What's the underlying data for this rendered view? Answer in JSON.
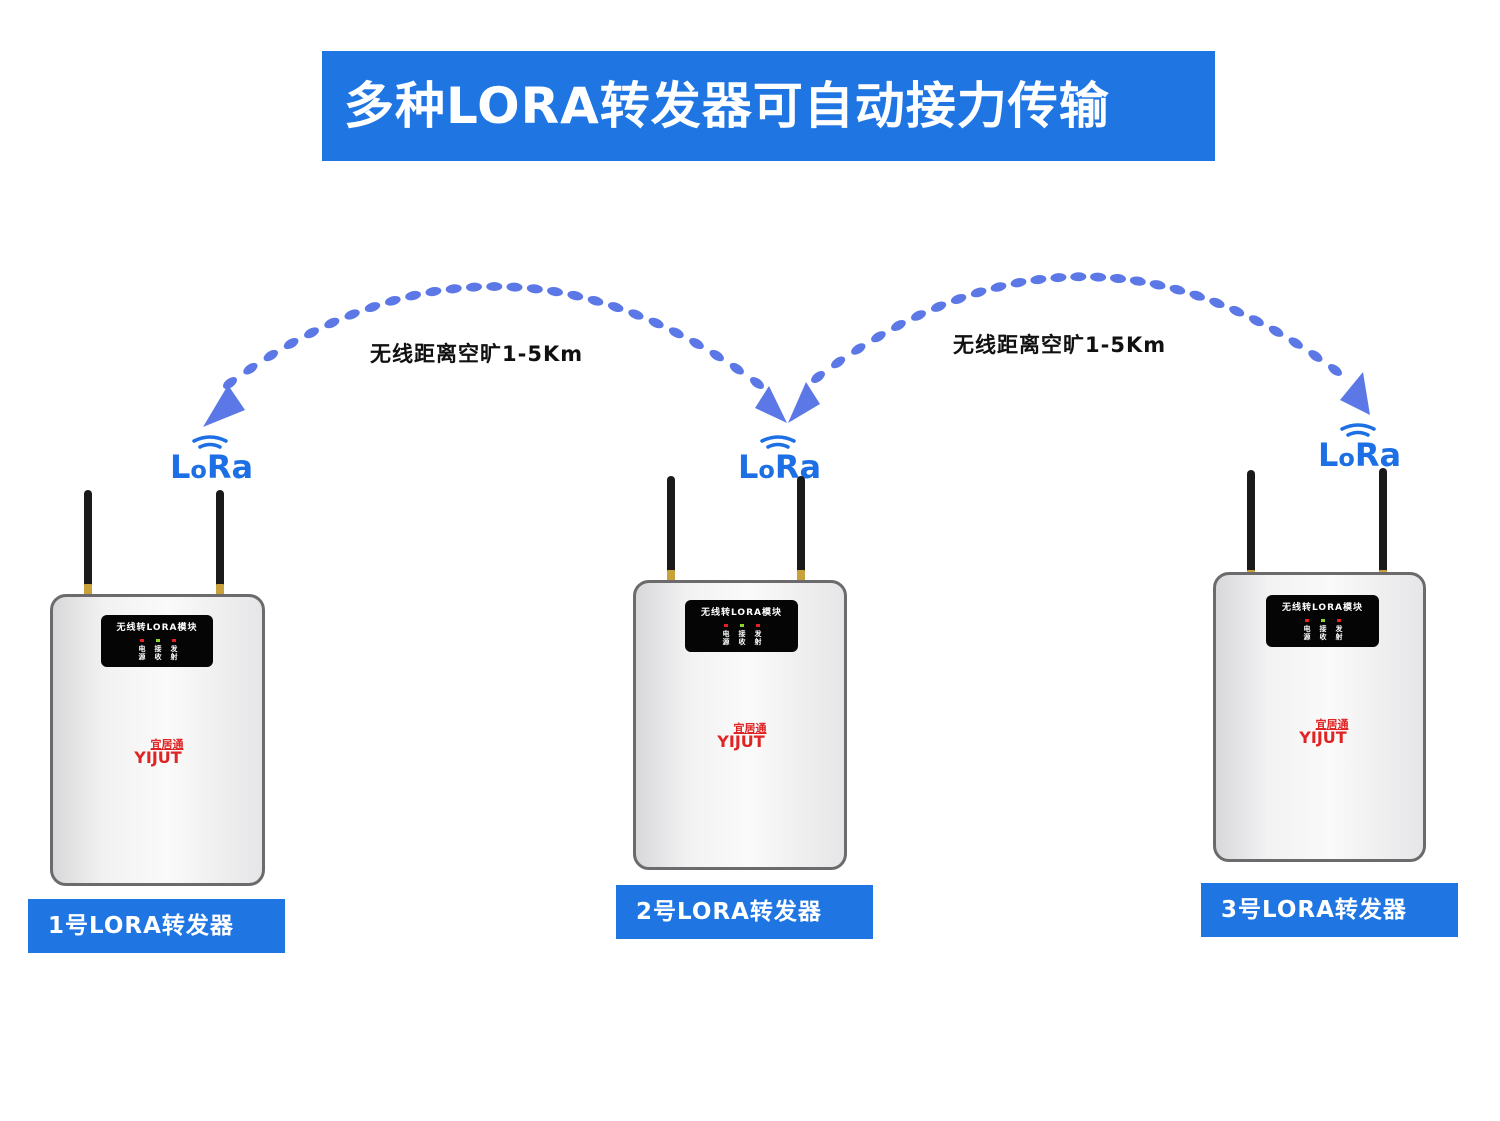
{
  "title": "多种LORA转发器可自动接力传输",
  "arcs": [
    {
      "label": "无线距离空旷1-5Km",
      "from": "2号LORA转发器",
      "to": "1号LORA转发器"
    },
    {
      "label": "无线距离空旷1-5Km",
      "from": "2号LORA转发器",
      "to": "3号LORA转发器"
    }
  ],
  "logo_text": {
    "l": "L",
    "o": "o",
    "ra": "Ra"
  },
  "devices": [
    {
      "caption": "1号LORA转发器",
      "panel_title": "无线转LORA模块",
      "leds": [
        {
          "label": "电源",
          "c1": "电",
          "c2": "源",
          "color": "#e52222"
        },
        {
          "label": "接收",
          "c1": "接",
          "c2": "收",
          "color": "#8fd62a"
        },
        {
          "label": "发射",
          "c1": "发",
          "c2": "射",
          "color": "#e52222"
        }
      ],
      "brand_cn": "宜居通",
      "brand_en": "YIJUT"
    },
    {
      "caption": "2号LORA转发器",
      "panel_title": "无线转LORA模块",
      "leds": [
        {
          "label": "电源",
          "c1": "电",
          "c2": "源",
          "color": "#e52222"
        },
        {
          "label": "接收",
          "c1": "接",
          "c2": "收",
          "color": "#8fd62a"
        },
        {
          "label": "发射",
          "c1": "发",
          "c2": "射",
          "color": "#e52222"
        }
      ],
      "brand_cn": "宜居通",
      "brand_en": "YIJUT"
    },
    {
      "caption": "3号LORA转发器",
      "panel_title": "无线转LORA模块",
      "leds": [
        {
          "label": "电源",
          "c1": "电",
          "c2": "源",
          "color": "#e52222"
        },
        {
          "label": "接收",
          "c1": "接",
          "c2": "收",
          "color": "#8fd62a"
        },
        {
          "label": "发射",
          "c1": "发",
          "c2": "射",
          "color": "#e52222"
        }
      ],
      "brand_cn": "宜居通",
      "brand_en": "YIJUT"
    }
  ],
  "colors": {
    "banner": "#1f76e3",
    "arc": "#5b78e6",
    "logo": "#1d6fe6",
    "brand": "#e02424"
  }
}
